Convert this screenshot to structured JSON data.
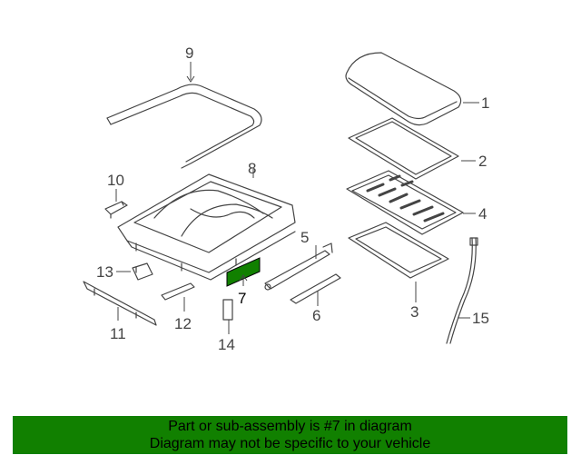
{
  "diagram": {
    "highlight_color": "#118000",
    "callouts": [
      {
        "id": "1",
        "label": "1"
      },
      {
        "id": "2",
        "label": "2"
      },
      {
        "id": "3",
        "label": "3"
      },
      {
        "id": "4",
        "label": "4"
      },
      {
        "id": "5",
        "label": "5"
      },
      {
        "id": "6",
        "label": "6"
      },
      {
        "id": "7",
        "label": "7",
        "highlighted": true
      },
      {
        "id": "8",
        "label": "8"
      },
      {
        "id": "9",
        "label": "9"
      },
      {
        "id": "10",
        "label": "10"
      },
      {
        "id": "11",
        "label": "11"
      },
      {
        "id": "12",
        "label": "12"
      },
      {
        "id": "13",
        "label": "13"
      },
      {
        "id": "14",
        "label": "14"
      },
      {
        "id": "15",
        "label": "15"
      }
    ]
  },
  "banner": {
    "line1": "Part or sub-assembly is #7 in diagram",
    "line2": "Diagram may not be specific to your vehicle",
    "background": "#118000"
  }
}
